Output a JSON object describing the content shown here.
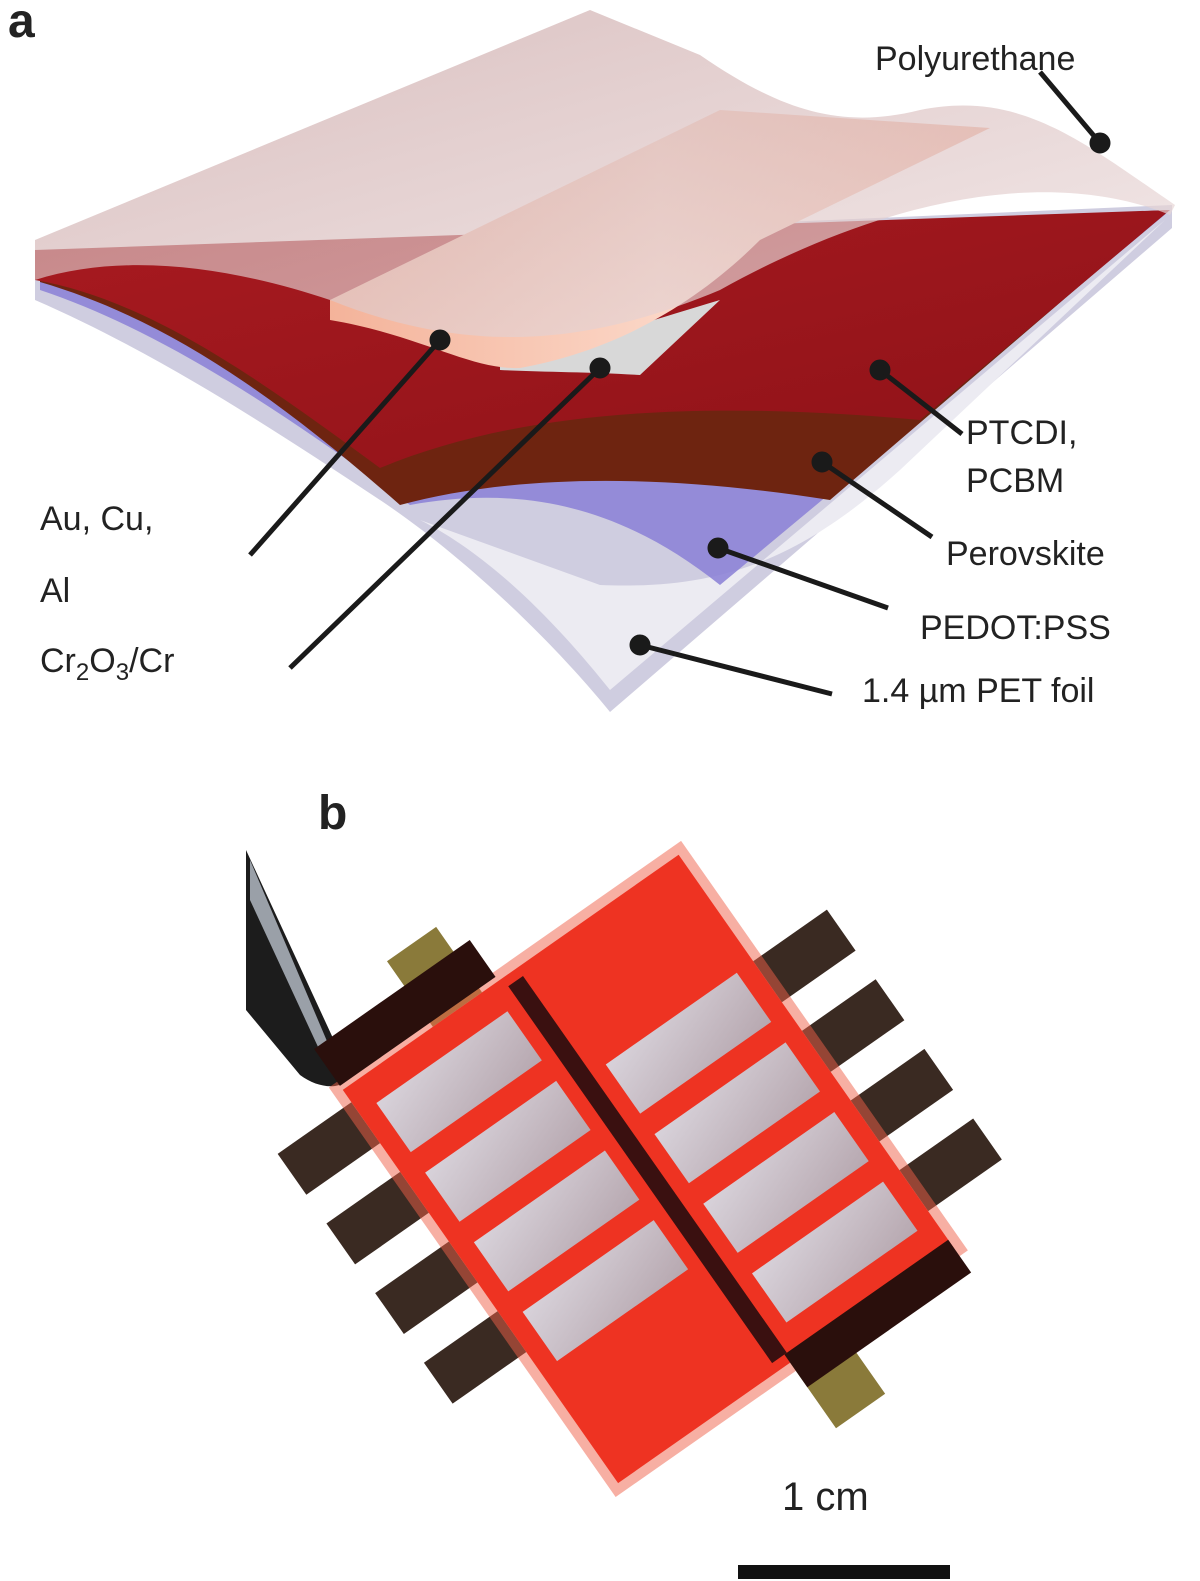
{
  "panel_a": {
    "label": "a",
    "layers": {
      "polyurethane": "Polyurethane",
      "ptcdi_line1": "PTCDI,",
      "ptcdi_line2": "PCBM",
      "perovskite": "Perovskite",
      "pedot": "PEDOT:PSS",
      "pet": "1.4 µm PET foil",
      "metal_line1": "Au, Cu,",
      "metal_line2": "Al",
      "cr_part1": "Cr",
      "cr_sub1": "2",
      "cr_part2": "O",
      "cr_sub2": "3",
      "cr_part3": "/Cr"
    },
    "colors": {
      "polyurethane": "#e8d6d6",
      "electrode": "#f0a890",
      "ptcdi": "#a0161c",
      "perovskite": "#6e2410",
      "pedot": "#8a7fd6",
      "pet": "#cfcde0",
      "chrome": "#d8d8d8"
    }
  },
  "panel_b": {
    "label": "b",
    "scale_bar_label": "1 cm"
  }
}
